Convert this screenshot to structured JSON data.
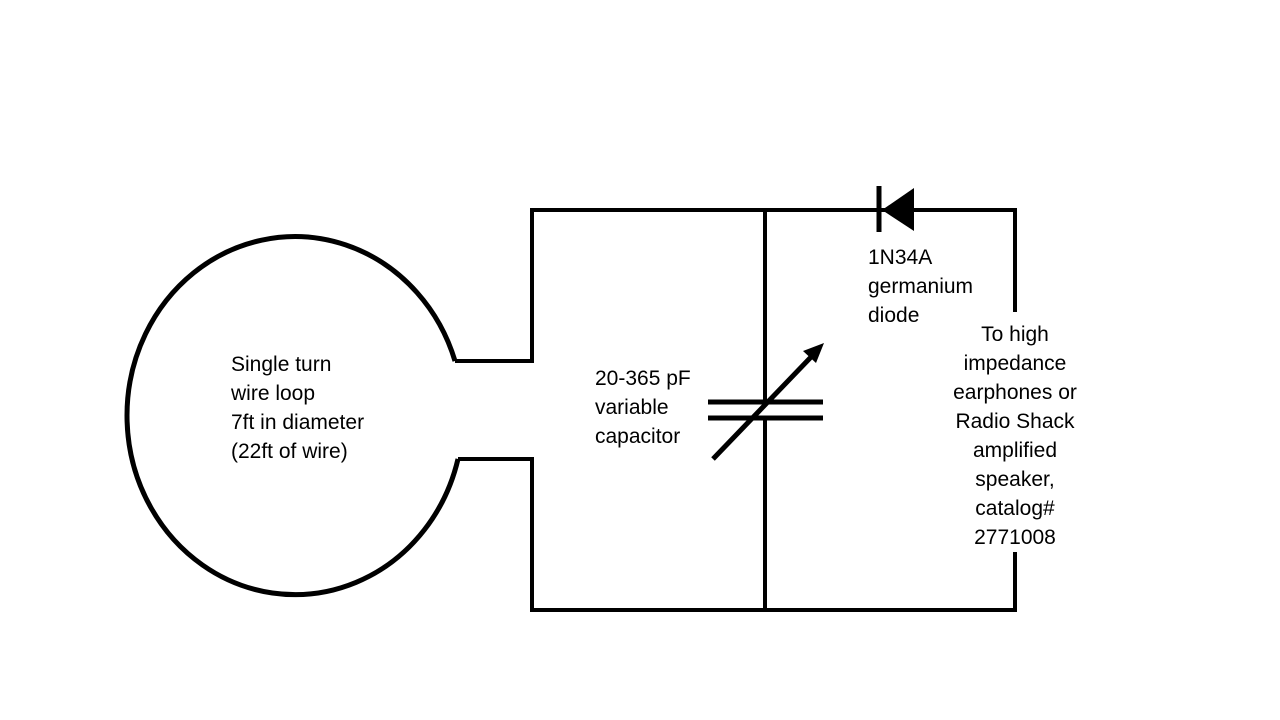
{
  "colors": {
    "ink": "#000000",
    "background": "#ffffff"
  },
  "labels": {
    "loop": "Single turn\nwire loop\n7ft in diameter\n(22ft of wire)",
    "capacitor": "20-365 pF\nvariable\ncapacitor",
    "diode": "1N34A\ngermanium\ndiode",
    "output": "To high\nimpedance\nearphones or\nRadio Shack\namplified\nspeaker,\ncatalog#\n2771008"
  }
}
